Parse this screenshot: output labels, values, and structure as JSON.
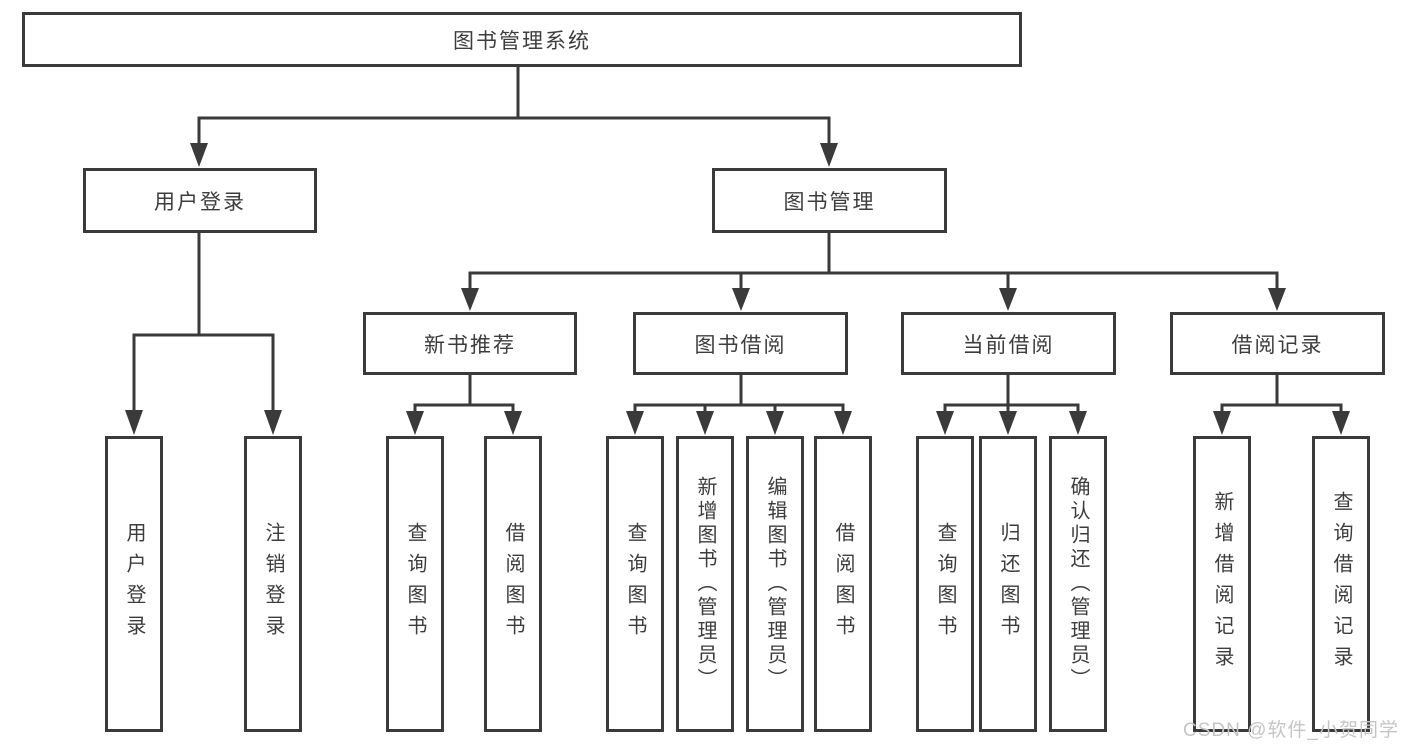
{
  "tree": {
    "root": {
      "label": "图书管理系统"
    },
    "branches": [
      {
        "label": "用户登录",
        "children": [
          {
            "label": "用户登录"
          },
          {
            "label": "注销登录"
          }
        ]
      },
      {
        "label": "图书管理",
        "children": [
          {
            "label": "新书推荐",
            "children": [
              {
                "label": "查询图书"
              },
              {
                "label": "借阅图书"
              }
            ]
          },
          {
            "label": "图书借阅",
            "children": [
              {
                "label": "查询图书"
              },
              {
                "label": "新增图书（管理员）"
              },
              {
                "label": "编辑图书（管理员）"
              },
              {
                "label": "借阅图书"
              }
            ]
          },
          {
            "label": "当前借阅",
            "children": [
              {
                "label": "查询图书"
              },
              {
                "label": "归还图书"
              },
              {
                "label": "确认归还（管理员）"
              }
            ]
          },
          {
            "label": "借阅记录",
            "children": [
              {
                "label": "新增借阅记录"
              },
              {
                "label": "查询借阅记录"
              }
            ]
          }
        ]
      }
    ]
  },
  "watermark": {
    "text": "CSDN @软件_小贺同学"
  },
  "colors": {
    "background": "#ffffff",
    "line": "#3a3a3a",
    "box_border": "#3a3a3a",
    "text": "#3d3d3d",
    "watermark": "#c5c5c5"
  }
}
